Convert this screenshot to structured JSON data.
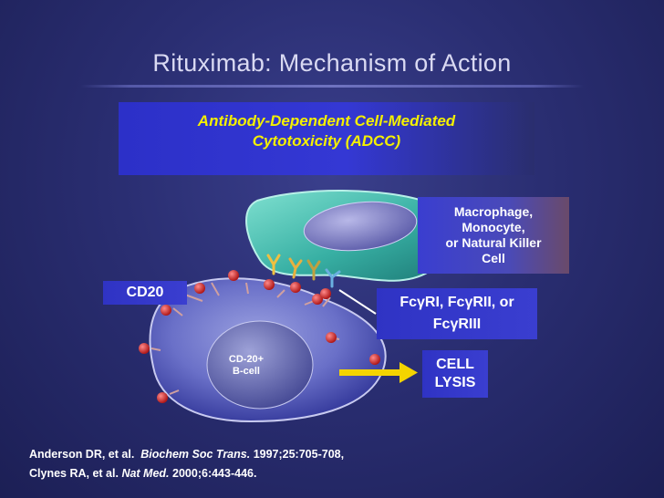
{
  "title": "Rituximab: Mechanism of Action",
  "subtitle": {
    "line1": "Antibody-Dependent Cell-Mediated",
    "line2": "Cytotoxicity (ADCC)"
  },
  "labels": {
    "cd20": "CD20",
    "macrophage": [
      "Macrophage,",
      "Monocyte,",
      "or Natural Killer",
      "Cell"
    ],
    "receptors": [
      "FcγRI, FcγRII, or",
      "FcγRIII"
    ],
    "bcell": [
      "CD-20+",
      "B-cell"
    ],
    "lysis": [
      "CELL",
      "LYSIS"
    ]
  },
  "references": [
    {
      "authors": "Anderson DR, et al.",
      "journal": "Biochem Soc Trans.",
      "citation": "1997;25:705-708,"
    },
    {
      "authors": "Clynes RA, et al.",
      "journal": "Nat Med.",
      "citation": "2000;6:443-446."
    }
  ],
  "colors": {
    "background": "#2a2e72",
    "title": "#d9d9f2",
    "subtitle_text": "#f4f000",
    "box_fill": "#3438d4",
    "bcell_nucleus": "#6f73b8",
    "effector_cell": "#38b0a4",
    "cd20_marker": "#d42a2a",
    "arrow": "#f4d400"
  }
}
